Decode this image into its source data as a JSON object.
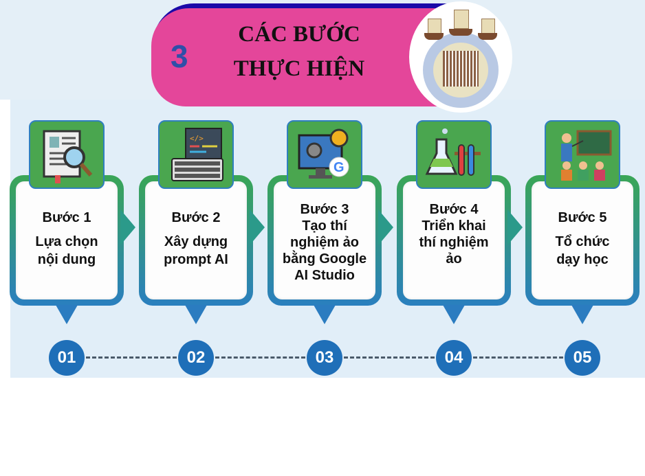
{
  "header": {
    "number": "3",
    "title_line1": "CÁC BƯỚC",
    "title_line2": "THỰC HIỆN",
    "logo_icon": "globe-ships-qr-logo"
  },
  "colors": {
    "banner": "#e4469a",
    "banner_shadow": "#1a0aa8",
    "number": "#2f4fa8",
    "tile": "#4aa64f",
    "circle": "#1f6fb8"
  },
  "steps": [
    {
      "label": "Bước 1",
      "desc": [
        "Lựa chọn",
        "nội dung"
      ],
      "number": "01",
      "icon": "book-magnifier-icon"
    },
    {
      "label": "Bước 2",
      "desc": [
        "Xây dựng",
        "prompt AI"
      ],
      "number": "02",
      "icon": "code-keyboard-icon"
    },
    {
      "label": "Bước 3",
      "desc": [
        "Tạo thí",
        "nghiệm ảo",
        "bằng Google",
        "AI Studio"
      ],
      "number": "03",
      "icon": "computer-gears-google-icon"
    },
    {
      "label": "Bước 4",
      "desc": [
        "Triển khai",
        "thí nghiệm",
        "ảo"
      ],
      "number": "04",
      "icon": "lab-flasks-icon"
    },
    {
      "label": "Bước 5",
      "desc": [
        "Tổ chức",
        "dạy học"
      ],
      "number": "05",
      "icon": "teacher-classroom-icon"
    }
  ]
}
